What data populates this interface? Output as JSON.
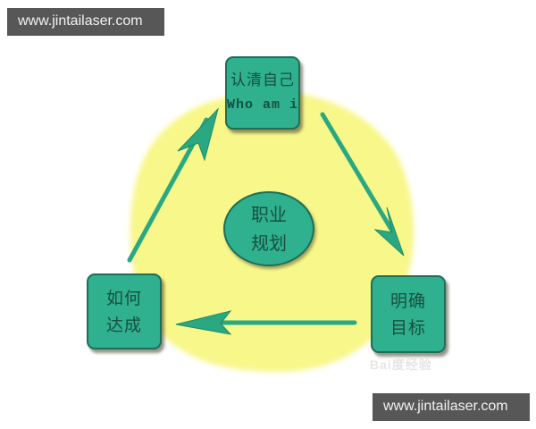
{
  "watermarks": {
    "top": "www.jintailaser.com",
    "bottom": "www.jintailaser.com",
    "faint_logo": "Bai度经验"
  },
  "diagram": {
    "title": "职业规划",
    "center": {
      "line1": "职业",
      "line2": "规划"
    },
    "nodes": [
      {
        "id": "know-yourself",
        "line1": "认清自己",
        "line2": "Who am i"
      },
      {
        "id": "clear-goal",
        "line1": "明确",
        "line2": "目标"
      },
      {
        "id": "how-achieve",
        "line1": "如何",
        "line2": "达成"
      }
    ],
    "edges": [
      {
        "from": "know-yourself",
        "to": "clear-goal"
      },
      {
        "from": "clear-goal",
        "to": "how-achieve"
      },
      {
        "from": "how-achieve",
        "to": "know-yourself"
      }
    ],
    "colors": {
      "background_blob": "#f8f78a",
      "node_fill": "#2fb08f",
      "node_border": "#1f6e57",
      "text": "#16503f",
      "arrow": "#2aa882"
    }
  }
}
